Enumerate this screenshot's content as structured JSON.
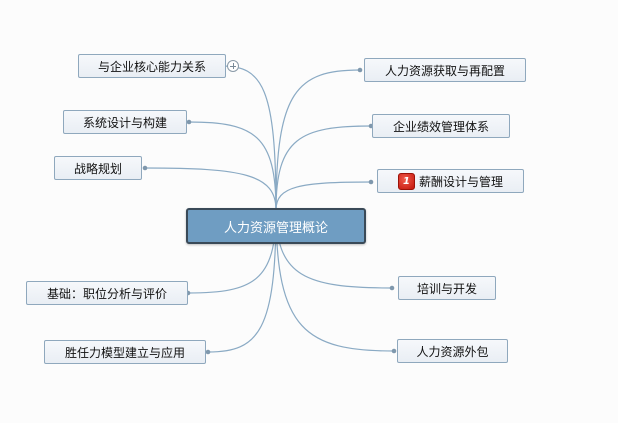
{
  "central": "人力资源管理概论",
  "priority_marker": "1",
  "branches": {
    "left": [
      "与企业核心能力关系",
      "系统设计与构建",
      "战略规划",
      "基础：职位分析与评价",
      "胜任力模型建立与应用"
    ],
    "right": [
      "人力资源获取与再配置",
      "企业绩效管理体系",
      "薪酬设计与管理",
      "培训与开发",
      "人力资源外包"
    ]
  },
  "colors": {
    "connector": "#8aaac4",
    "root_fill": "#6f9dc2",
    "root_border": "#3a4a58",
    "node_border": "#8fa8bd",
    "priority_badge": "#d8251a"
  },
  "icons": {
    "priority_marker": "priority-1-icon",
    "collapse_toggle": "plus-circle-icon"
  }
}
